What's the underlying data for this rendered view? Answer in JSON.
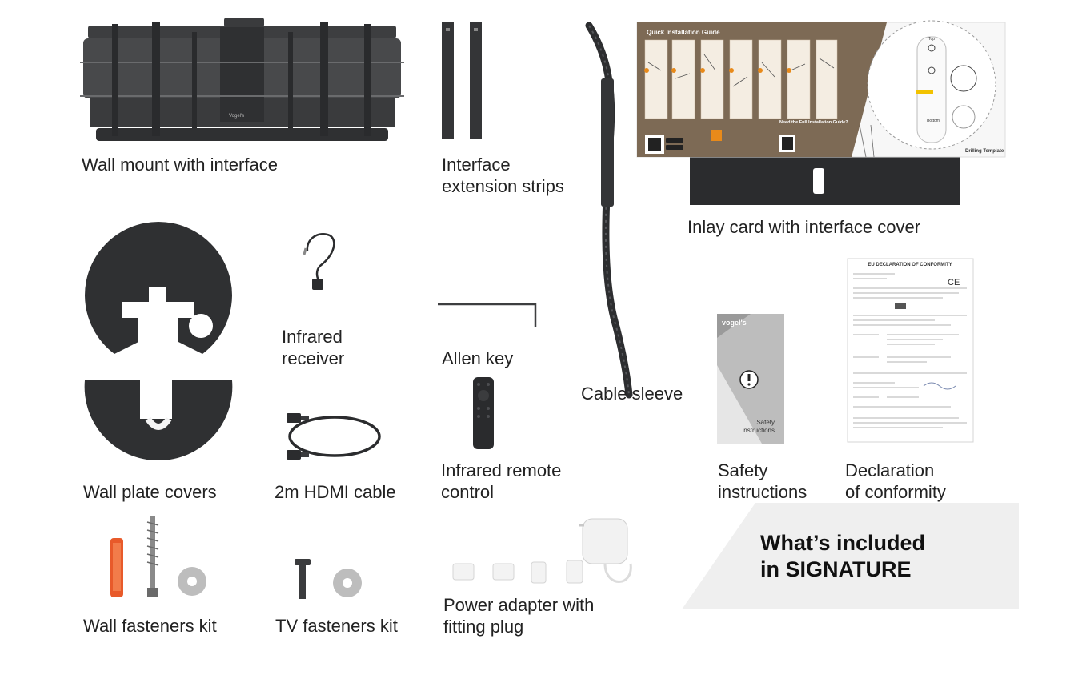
{
  "banner": {
    "line1": "What’s included",
    "line2": "in SIGNATURE"
  },
  "items": {
    "wall_mount": "Wall mount with interface",
    "interface_strips": {
      "line1": "Interface",
      "line2": "extension strips"
    },
    "inlay_card": "Inlay card with interface cover",
    "wall_plate_covers": "Wall plate covers",
    "ir_receiver": {
      "line1": "Infrared",
      "line2": "receiver"
    },
    "allen_key": "Allen key",
    "cable_sleeve": "Cable sleeve",
    "hdmi_cable": "2m HDMI cable",
    "remote": {
      "line1": "Infrared remote",
      "line2": "control"
    },
    "safety": {
      "line1": "Safety",
      "line2": "instructions"
    },
    "declaration": {
      "line1": "Declaration",
      "line2": "of conformity"
    },
    "wall_fasteners": "Wall fasteners kit",
    "tv_fasteners": "TV fasteners kit",
    "power_adapter": {
      "line1": "Power adapter with",
      "line2": "fitting plug"
    }
  },
  "print": {
    "quick_guide_title": "Quick Installation Guide",
    "need_help": "Need the Full Installation Guide?",
    "top": "Top",
    "bottom": "Bottom",
    "drilling_template": "Drilling Template",
    "eu_title": "EU DECLARATION OF CONFORMITY",
    "ce_mark": "CE",
    "brand": "vogel's",
    "safety_booklet": {
      "line1": "Safety",
      "line2": "instructions"
    },
    "mount_brand": "Vogel's"
  },
  "colors": {
    "dark": "#3a3b3d",
    "banner": "#eeeeee",
    "guide_brown": "#7d6a55",
    "orange": "#e88a1a"
  }
}
